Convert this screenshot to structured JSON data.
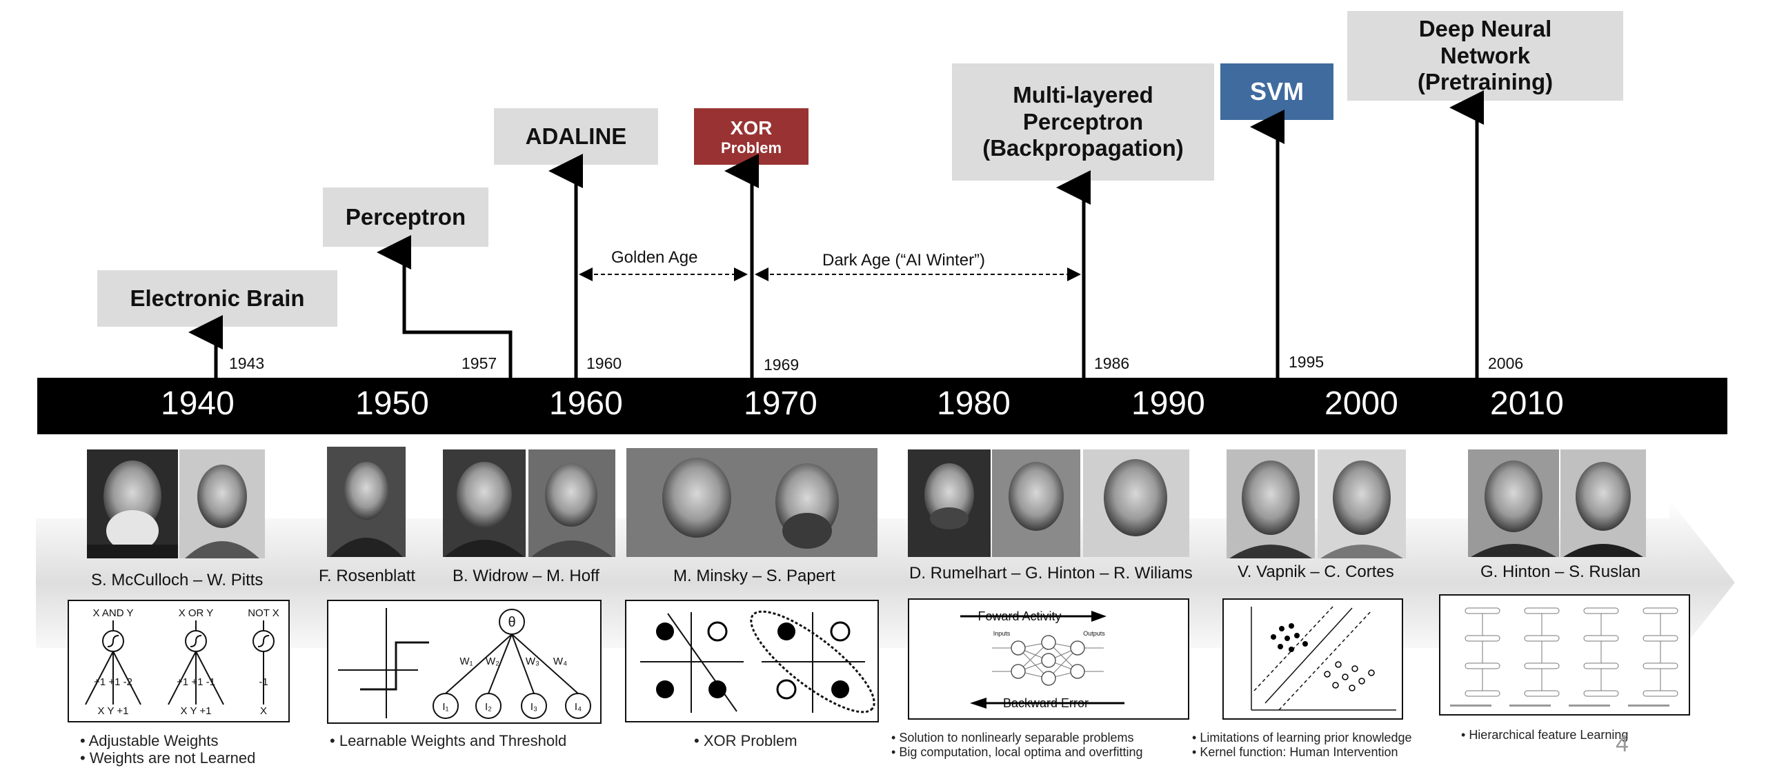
{
  "milestones": {
    "electronic_brain": "Electronic Brain",
    "perceptron": "Perceptron",
    "adaline": "ADALINE",
    "xor_title": "XOR",
    "xor_sub": "Problem",
    "mlp": "Multi-layered Perceptron (Backpropagation)",
    "svm": "SVM",
    "dnn": "Deep Neural Network (Pretraining)"
  },
  "years": [
    "1943",
    "1957",
    "1960",
    "1969",
    "1986",
    "1995",
    "2006"
  ],
  "decades": [
    "1940",
    "1950",
    "1960",
    "1970",
    "1980",
    "1990",
    "2000",
    "2010"
  ],
  "eras": {
    "golden": "Golden Age",
    "dark": "Dark Age (“AI Winter”)"
  },
  "people": [
    "S. McCulloch – W. Pitts",
    "F. Rosenblatt",
    "B. Widrow – M. Hoff",
    "M. Minsky – S. Papert",
    "D. Rumelhart – G. Hinton – R. Wiliams",
    "V. Vapnik – C. Cortes",
    "G. Hinton – S. Ruslan"
  ],
  "logic_gates": {
    "and_title": "X AND Y",
    "or_title": "X OR Y",
    "not_title": "NOT X",
    "and_weights": "+1  +1  -2",
    "and_inputs": "X      Y     +1",
    "or_weights": "+1  +1  -1",
    "or_inputs": "X      Y     +1",
    "not_weights": "-1",
    "not_inputs": "X"
  },
  "perceptron_diagram": {
    "theta": "θ",
    "weights": [
      "W₁",
      "W₂",
      "W₃",
      "W₄"
    ],
    "inputs": [
      "I₁",
      "I₂",
      "I₃",
      "I₄"
    ]
  },
  "nn_diagram": {
    "forward": "Foward Activity",
    "backward": "Backward Error",
    "inputs_label": "Inputs",
    "outputs_label": "Outputs"
  },
  "bullets": {
    "mcculloch": [
      "Adjustable Weights",
      "Weights are not Learned"
    ],
    "rosenblatt": [
      "Learnable Weights  and Threshold"
    ],
    "minsky": [
      "XOR Problem"
    ],
    "rumelhart": [
      "Solution to nonlinearly separable problems",
      "Big computation, local optima and overfitting"
    ],
    "vapnik": [
      "Limitations of learning prior knowledge",
      "Kernel function: Human Intervention"
    ],
    "hinton": [
      "Hierarchical feature Learning"
    ]
  },
  "page_number": "4",
  "colors": {
    "timeline_bar": "#000000",
    "box_gray": "#dcdcdc",
    "xor_red": "#993333",
    "svm_blue": "#3f6b9e",
    "arrow_band": "#e8e8e8"
  }
}
